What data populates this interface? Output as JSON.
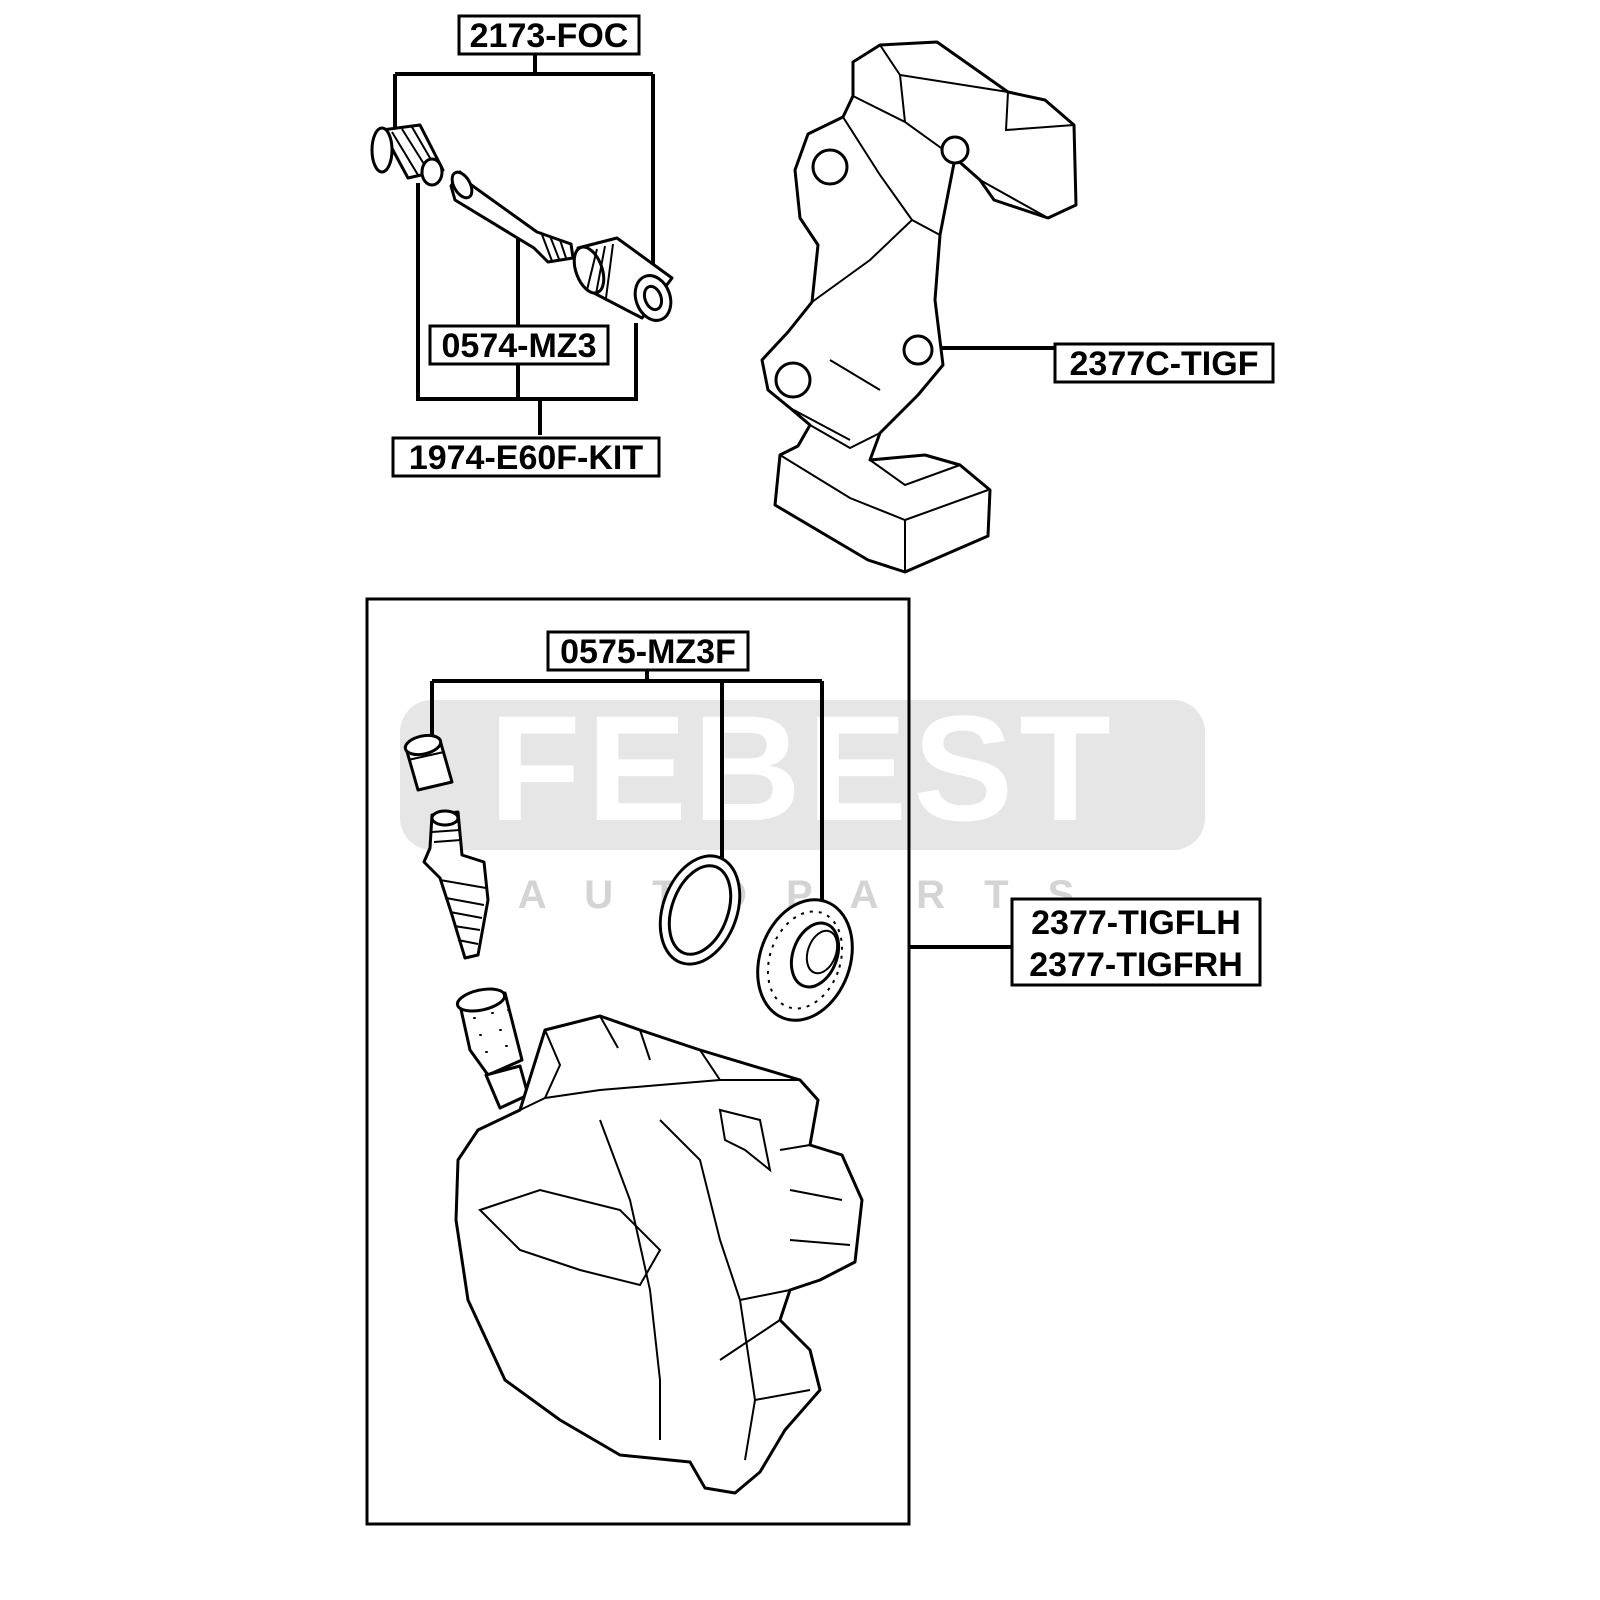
{
  "watermark": {
    "brand": "FEBEST",
    "tagline": "A U T O   P A R T S",
    "color": "#d9d9d9"
  },
  "callouts": {
    "slide_pin_boot_kit": "2173-FOC",
    "guide_pin": "0574-MZ3",
    "guide_kit": "1974-E60F-KIT",
    "caliper_bracket": "2377C-TIGF",
    "piston_seal_kit": "0575-MZ3F",
    "caliper_left": "2377-TIGFLH",
    "caliper_right": "2377-TIGFRH"
  }
}
